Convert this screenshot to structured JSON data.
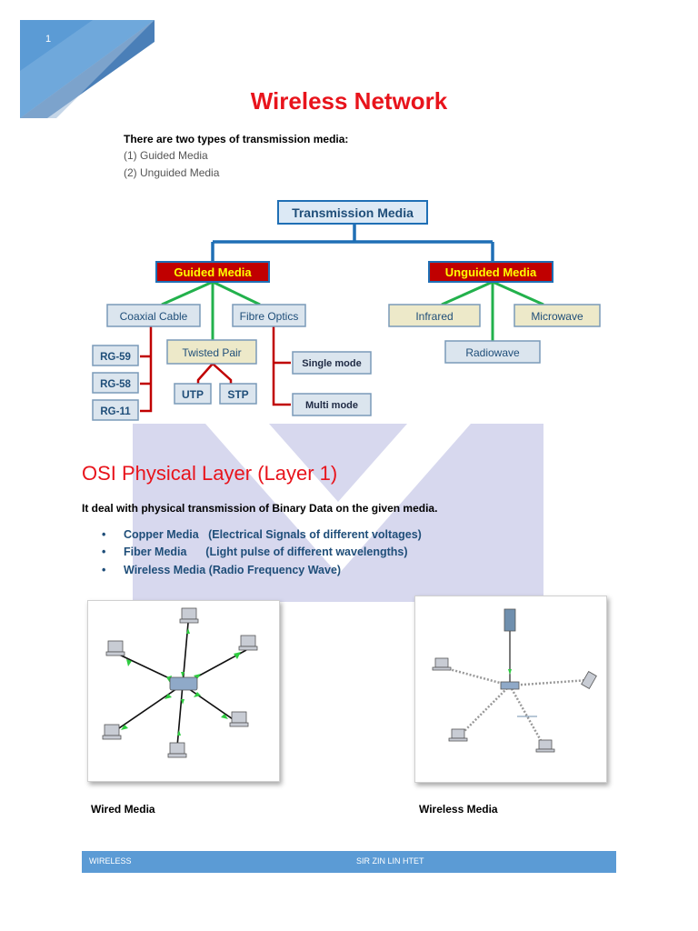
{
  "header": {
    "page_number": "1",
    "title": "Wireless Network"
  },
  "intro": {
    "heading": "There are two types of transmission media:",
    "items": [
      "(1)  Guided Media",
      "(2)  Unguided Media"
    ]
  },
  "tm_diagram": {
    "root": "Transmission Media",
    "guided": "Guided Media",
    "unguided": "Unguided Media",
    "coaxial": "Coaxial Cable",
    "fibre": "Fibre Optics",
    "twisted": "Twisted Pair",
    "rg59": "RG-59",
    "rg58": "RG-58",
    "rg11": "RG-11",
    "utp": "UTP",
    "stp": "STP",
    "single": "Single mode",
    "multi": "Multi mode",
    "infrared": "Infrared",
    "microwave": "Microwave",
    "radiowave": "Radiowave"
  },
  "osi": {
    "title": "OSI Physical Layer (Layer 1)",
    "description": "It deal with physical transmission of Binary Data on the given media.",
    "bullets": [
      "Copper Media   (Electrical Signals of different voltages)",
      "Fiber Media      (Light pulse of different wavelengths)",
      "Wireless Media (Radio Frequency Wave)"
    ]
  },
  "figures": {
    "wired_caption": "Wired Media",
    "wireless_caption": "Wireless Media"
  },
  "footer": {
    "left": "WIRELESS",
    "center": "SIR ZIN LIN HTET"
  },
  "colors": {
    "title_red": "#e8141c",
    "accent_blue": "#5b9bd5",
    "bullet_blue": "#1f4e79",
    "guided_red": "#c00000",
    "tree_green": "#22b14c",
    "tree_blue": "#1f6fb5"
  }
}
